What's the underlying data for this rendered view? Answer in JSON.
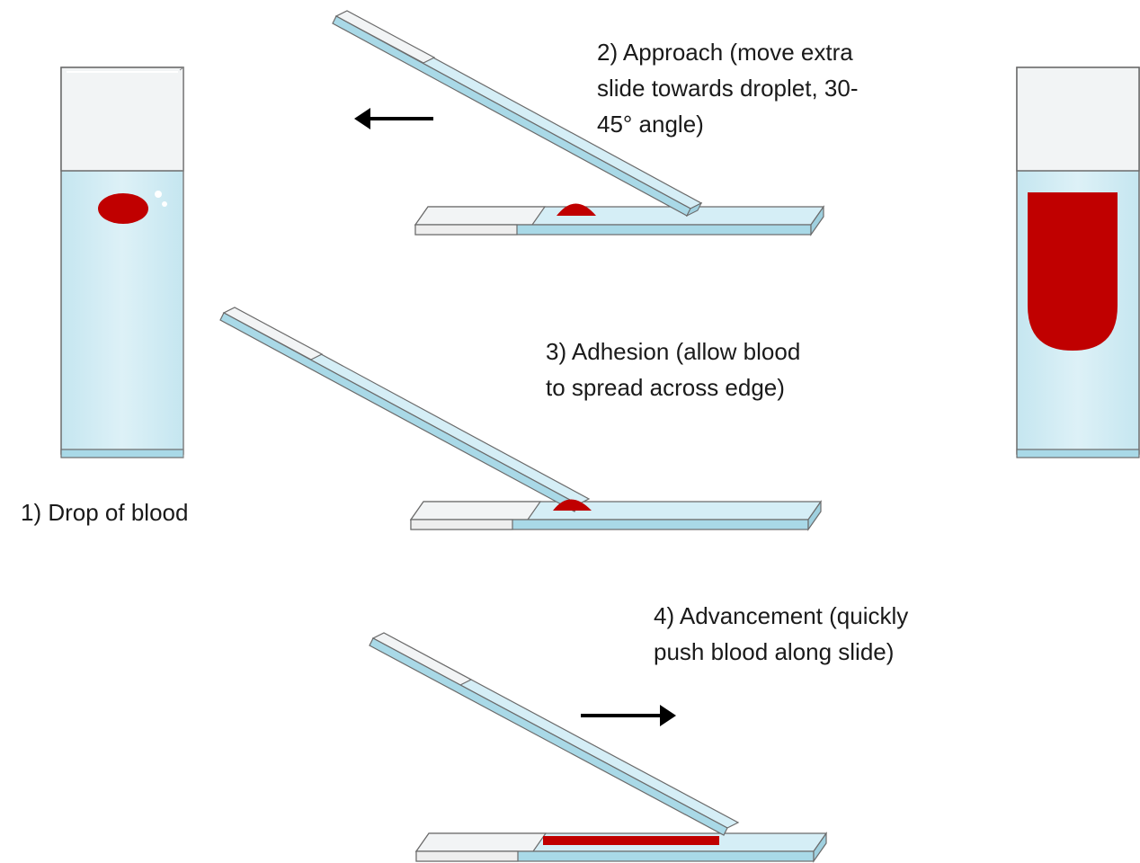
{
  "steps": [
    {
      "lines": [
        "1) Drop of blood"
      ]
    },
    {
      "lines": [
        "2) Approach (move extra",
        "slide towards droplet, 30-",
        "45° angle)"
      ]
    },
    {
      "lines": [
        "3) Adhesion (allow blood",
        "to spread across edge)"
      ]
    },
    {
      "lines": [
        "4) Advancement (quickly",
        "push blood along slide)"
      ]
    }
  ],
  "colors": {
    "glass": "#d5eef6",
    "glass_edge": "#a9d9e7",
    "frosted": "#f2f4f5",
    "outline": "#6b6b6b",
    "blood": "#c00000",
    "arrow": "#000000"
  },
  "icons": [
    "arrow-left-icon",
    "arrow-right-icon"
  ]
}
